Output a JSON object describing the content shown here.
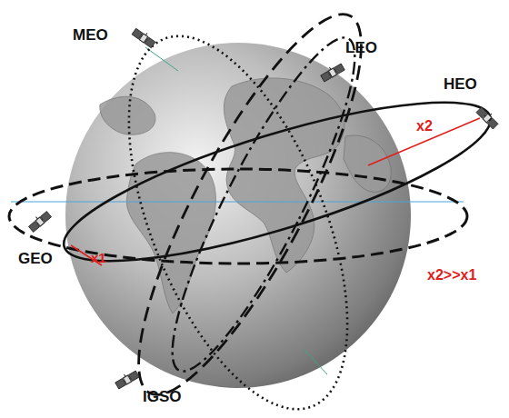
{
  "diagram": {
    "labels": [
      "MEO",
      "LEO",
      "HEO",
      "GEO",
      "x2",
      "x1",
      "x2>>x1",
      "IGSO"
    ]
  }
}
